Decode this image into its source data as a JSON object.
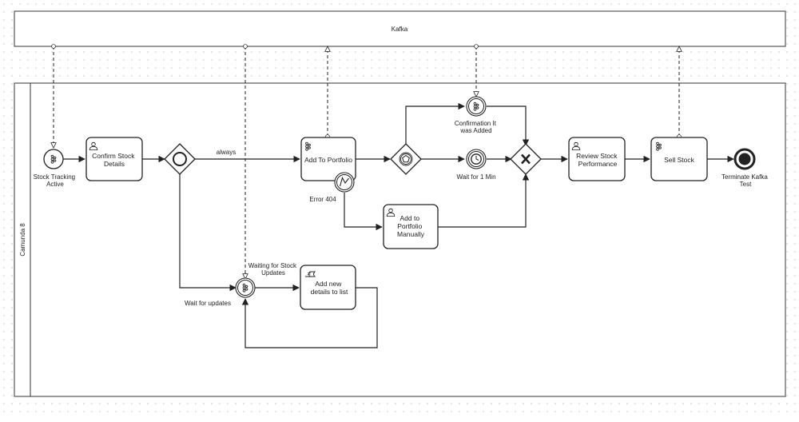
{
  "kafka_pool": {
    "label": "Kafka"
  },
  "camunda_pool": {
    "label": "Camunda 8"
  },
  "events": {
    "start": {
      "label": [
        "Stock Tracking",
        "Active"
      ],
      "icon": "kafka-icon"
    },
    "waiting_updates": {
      "label": [
        "Waiting for Stock",
        "Updates"
      ],
      "icon": "kafka-icon"
    },
    "confirmation": {
      "label": [
        "Confirmation It",
        "was Added"
      ],
      "icon": "kafka-icon"
    },
    "wait_timer": {
      "label": [
        "Wait for 1 Min"
      ],
      "icon": "clock-icon"
    },
    "error_boundary": {
      "label": [
        "Error 404"
      ],
      "icon": "lightning-icon"
    },
    "end": {
      "label": [
        "Terminate Kafka",
        "Test"
      ]
    }
  },
  "tasks": {
    "confirm": {
      "label": [
        "Confirm Stock",
        "Details"
      ],
      "icon": "user-icon"
    },
    "add_portfolio": {
      "label": [
        "Add To Portfolio"
      ],
      "icon": "kafka-icon"
    },
    "add_manual": {
      "label": [
        "Add to",
        "Portfolio",
        "Manually"
      ],
      "icon": "user-icon"
    },
    "add_details": {
      "label": [
        "Add new",
        "details to list"
      ],
      "icon": "script-icon"
    },
    "review": {
      "label": [
        "Review Stock",
        "Performance"
      ],
      "icon": "user-icon"
    },
    "sell": {
      "label": [
        "Sell Stock"
      ],
      "icon": "kafka-icon"
    }
  },
  "flows": {
    "always": "always",
    "wait_updates": "Wait for updates"
  },
  "colors": {
    "stroke": "#222222",
    "lane_border": "#333333",
    "canvas": "#ffffff"
  }
}
